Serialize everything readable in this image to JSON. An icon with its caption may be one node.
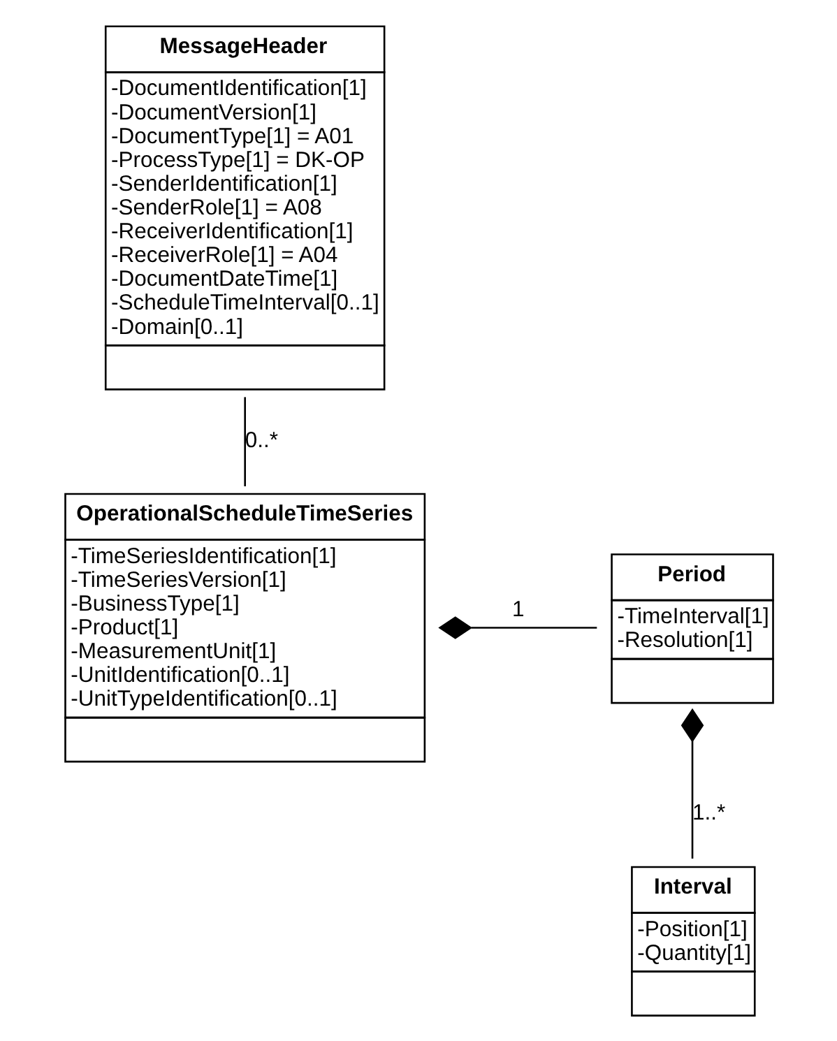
{
  "diagram": {
    "nodes": [
      {
        "text": [
          "MessageHeader",
          "-DocumentIdentification[1]",
          "-DocumentVersion[1]",
          "-DocumentType[1] = A01",
          "-ProcessType[1] = DK-OP",
          "-SenderIdentification[1]",
          "-SenderRole[1] = A08",
          "-ReceiverIdentification[1]",
          "-ReceiverRole[1] = A04",
          "-DocumentDateTime[1]",
          "-ScheduleTimeInterval[0..1]",
          "-Domain[0..1]"
        ]
      },
      {
        "text": [
          "OperationalScheduleTimeSeries",
          "-TimeSeriesIdentification[1]",
          "-TimeSeriesVersion[1]",
          "-BusinessType[1]",
          "-Product[1]",
          "-MeasurementUnit[1]",
          "-UnitIdentification[0..1]",
          "-UnitTypeIdentification[0..1]"
        ]
      },
      {
        "text": [
          "Period",
          "-TimeInterval[1]",
          "-Resolution[1]"
        ]
      },
      {
        "text": [
          "Interval",
          "-Position[1]",
          "-Quantity[1]"
        ]
      }
    ],
    "edges": [
      {
        "from": 0,
        "to": 1,
        "arrow": "none",
        "label": "0..*"
      },
      {
        "from": 1,
        "to": 2,
        "arrow": "other",
        "label": "1"
      },
      {
        "from": 2,
        "to": 3,
        "arrow": "other",
        "label": "1..*"
      }
    ]
  }
}
